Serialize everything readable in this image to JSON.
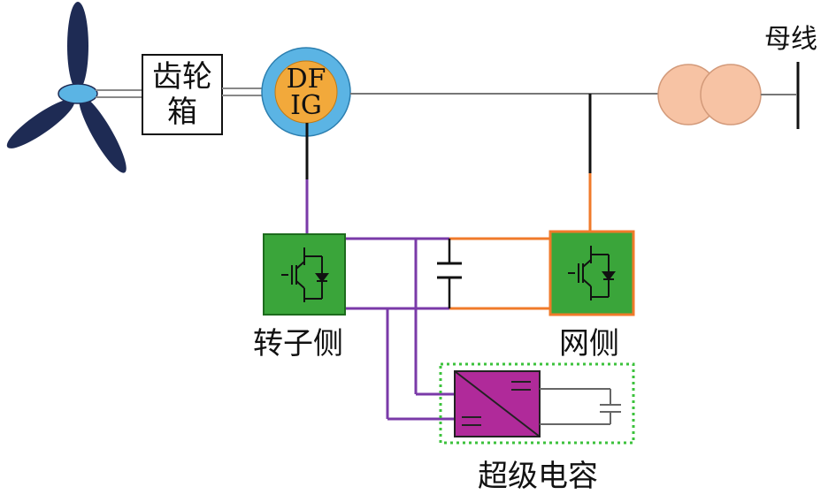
{
  "labels": {
    "gearbox": "齿轮箱",
    "dfig": "DFIG",
    "bus": "母线",
    "rotor_side": "转子侧",
    "grid_side": "网侧",
    "supercapacitor": "超级电容"
  },
  "colors": {
    "turbine_blade": "#1e2b54",
    "hub": "#5bb4e4",
    "dfig_outer": "#5bb4e4",
    "dfig_inner": "#f2a93b",
    "transformer": "#f7c3a4",
    "converter": "#3aa53a",
    "orange_line": "#f07a2a",
    "purple_line": "#7a3aa8",
    "dcdc": "#b02a9a",
    "dotted_box": "#3cc23c",
    "black": "#111111"
  }
}
